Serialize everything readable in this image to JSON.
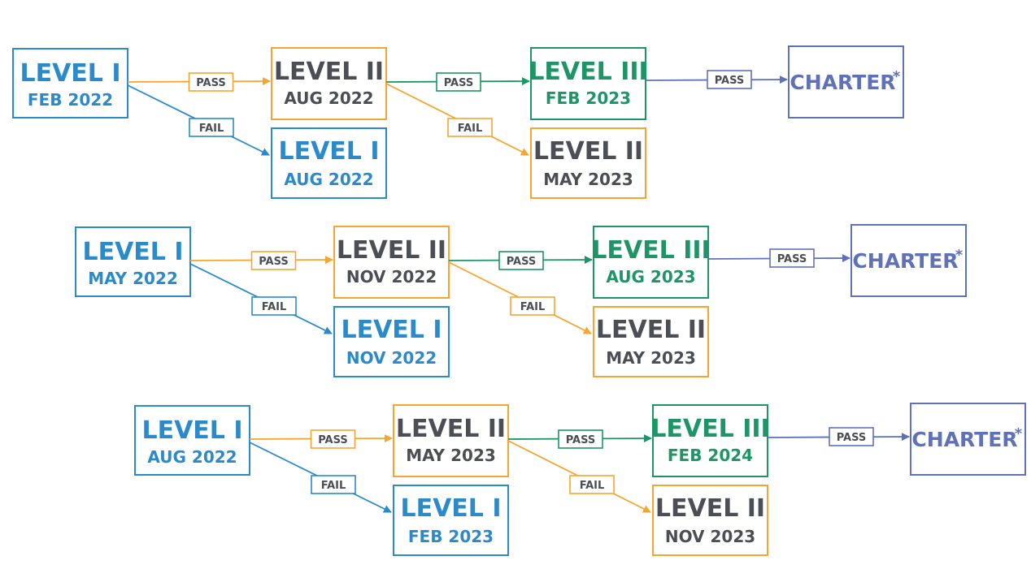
{
  "colors": {
    "level1": "#2b8ac9",
    "level2_border": "#f5a632",
    "level2_text": "#4c4e55",
    "level3": "#1e9566",
    "charter": "#5f72b8",
    "fail": "#f5a632"
  },
  "labels": {
    "pass": "PASS",
    "fail": "FAIL"
  },
  "charter": {
    "label": "CHARTER",
    "mark": "*"
  },
  "rows": [
    {
      "start": {
        "title": "LEVEL I",
        "date": "FEB 2022"
      },
      "retake": {
        "title": "LEVEL I",
        "date": "AUG 2022"
      },
      "level2": {
        "title": "LEVEL II",
        "date": "AUG 2022"
      },
      "retake2": {
        "title": "LEVEL II",
        "date": "MAY 2023"
      },
      "level3": {
        "title": "LEVEL III",
        "date": "FEB 2023"
      }
    },
    {
      "start": {
        "title": "LEVEL I",
        "date": "MAY 2022"
      },
      "retake": {
        "title": "LEVEL I",
        "date": "NOV 2022"
      },
      "level2": {
        "title": "LEVEL II",
        "date": "NOV 2022"
      },
      "retake2": {
        "title": "LEVEL II",
        "date": "MAY 2023"
      },
      "level3": {
        "title": "LEVEL III",
        "date": "AUG 2023"
      }
    },
    {
      "start": {
        "title": "LEVEL I",
        "date": "AUG 2022"
      },
      "retake": {
        "title": "LEVEL I",
        "date": "FEB 2023"
      },
      "level2": {
        "title": "LEVEL II",
        "date": "MAY 2023"
      },
      "retake2": {
        "title": "LEVEL II",
        "date": "NOV 2023"
      },
      "level3": {
        "title": "LEVEL III",
        "date": "FEB 2024"
      }
    }
  ]
}
